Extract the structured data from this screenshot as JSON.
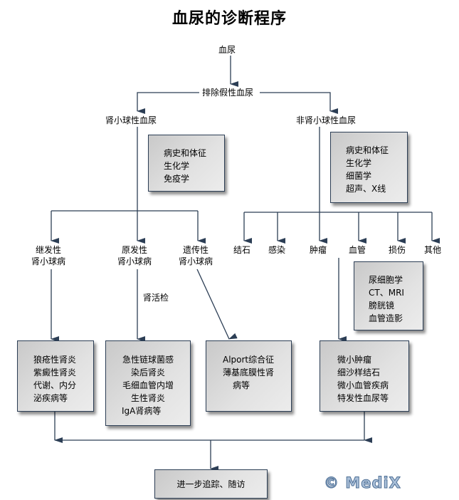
{
  "title": "血尿的诊断程序",
  "nodes": {
    "hematuria": "血尿",
    "exclude_pseudo": "排除假性血尿",
    "glomerular": "肾小球性血尿",
    "non_glomerular": "非肾小球性血尿",
    "glomerular_tests": [
      "病史和体征",
      "生化学",
      "免疫学"
    ],
    "non_glomerular_tests": [
      "病史和体征",
      "生化学",
      "细菌学",
      "超声、X线"
    ],
    "secondary": [
      "继发性",
      "肾小球病"
    ],
    "primary": [
      "原发性",
      "肾小球病"
    ],
    "hereditary": [
      "遗传性",
      "肾小球病"
    ],
    "renal_biopsy": "肾活检",
    "non_glomerular_causes": [
      "结石",
      "感染",
      "肿瘤",
      "血管",
      "损伤",
      "其他"
    ],
    "tumor_tests": [
      "尿细胞学",
      "CT、MRI",
      "膀胱镜",
      "血管造影"
    ],
    "secondary_examples": [
      "狼疮性肾炎",
      "紫癜性肾炎",
      "代谢、内分",
      "泌疾病等"
    ],
    "primary_examples": [
      "急性链球菌感",
      "染后肾炎",
      "毛细血管内增",
      "生性肾炎",
      "IgA肾病等"
    ],
    "hereditary_examples": [
      "Alport综合征",
      "薄基底膜性肾",
      "病等"
    ],
    "tumor_examples": [
      "微小肿瘤",
      "细沙样结石",
      "微小血管疾病",
      "特发性血尿等"
    ],
    "follow_up": "进一步追踪、随访"
  },
  "watermark": "© MediX",
  "colors": {
    "line": "#2c3e55",
    "box_border": "#2c3e55",
    "box_fill": "#d9d9d9"
  }
}
